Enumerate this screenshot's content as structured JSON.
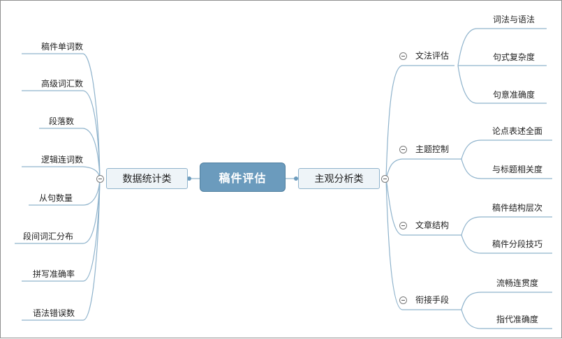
{
  "root": {
    "label": "稿件评估"
  },
  "left_branch": {
    "label": "数据统计类",
    "items": [
      "稿件单词数",
      "高级词汇数",
      "段落数",
      "逻辑连词数",
      "从句数量",
      "段间词汇分布",
      "拼写准确率",
      "语法错误数"
    ]
  },
  "right_branch": {
    "label": "主观分析类",
    "subs": [
      {
        "label": "文法评估",
        "leaves": [
          "词法与语法",
          "句式复杂度",
          "句意准确度"
        ]
      },
      {
        "label": "主题控制",
        "leaves": [
          "论点表述全面",
          "与标题相关度"
        ]
      },
      {
        "label": "文章结构",
        "leaves": [
          "稿件结构层次",
          "稿件分段技巧"
        ]
      },
      {
        "label": "衔接手段",
        "leaves": [
          "流畅连贯度",
          "指代准确度"
        ]
      }
    ]
  },
  "colors": {
    "line": "#8fb3cc",
    "root_fill": "#6b9bbd",
    "pill_fill": "#eef4f8"
  }
}
